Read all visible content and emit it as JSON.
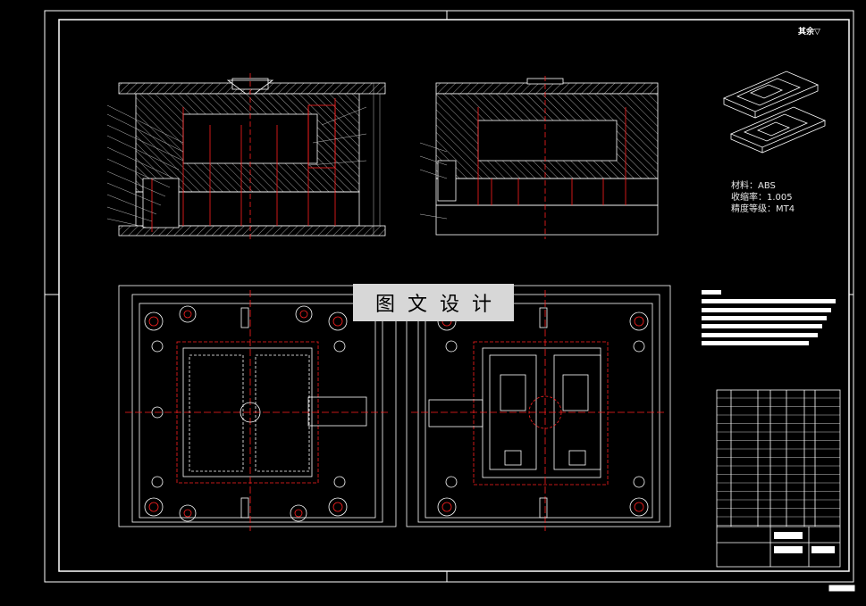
{
  "watermark": "图文设计",
  "roughness_mark": "其余▽",
  "material_notes": {
    "material": "材料：ABS",
    "shrinkage": "收缩率：1.005",
    "accuracy": "精度等级：MT4"
  },
  "colors": {
    "background": "#000000",
    "linework": "#ffffff",
    "centerline": "#ff2020",
    "dim": "#bfbfbf"
  }
}
